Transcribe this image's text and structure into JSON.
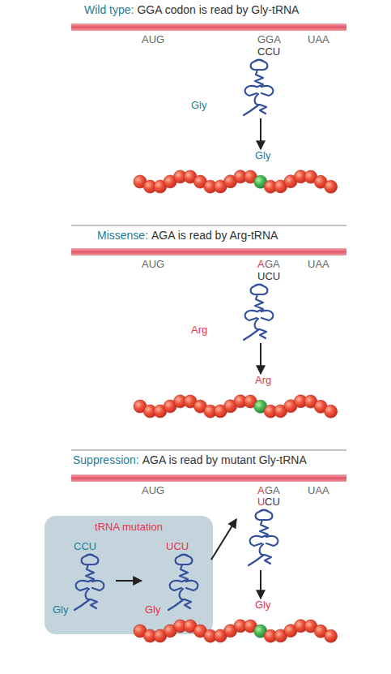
{
  "diagram": {
    "nodes": [
      {
        "text": [
          "AUG",
          "GGA",
          "UAA"
        ]
      },
      {
        "text": [
          "CCU",
          "Gly"
        ]
      },
      {
        "text": [
          "Gly"
        ]
      },
      {
        "text": [
          "AUG",
          "A",
          "GA",
          "UAA"
        ]
      },
      {
        "text": [
          "UCU",
          "Arg"
        ]
      },
      {
        "text": [
          "Arg"
        ]
      },
      {
        "text": [
          "AUG",
          "A",
          "GA",
          "UAA"
        ]
      },
      {
        "text": [
          "U",
          "CU"
        ]
      },
      {
        "text": [
          "tRNA mutation"
        ]
      },
      {
        "text": [
          "CCU",
          "Gly"
        ],
        "in": 8
      },
      {
        "text": [
          "UCU",
          "Gly"
        ],
        "in": 8
      },
      {
        "text": [
          "Gly"
        ]
      }
    ],
    "edges": [
      {
        "from": 1,
        "to": 2,
        "arrow": "to"
      },
      {
        "from": 4,
        "to": 5,
        "arrow": "to"
      },
      {
        "from": 9,
        "to": 10,
        "arrow": "to"
      },
      {
        "from": 10,
        "to": 7,
        "arrow": "to"
      },
      {
        "from": 7,
        "to": 11,
        "arrow": "to"
      }
    ],
    "labels": [
      "Wild type:",
      "GGA codon is read by Gly-tRNA",
      "Missense:",
      "AGA is read by Arg-tRNA",
      "Suppression:",
      "AGA is read by mutant Gly-tRNA"
    ]
  }
}
